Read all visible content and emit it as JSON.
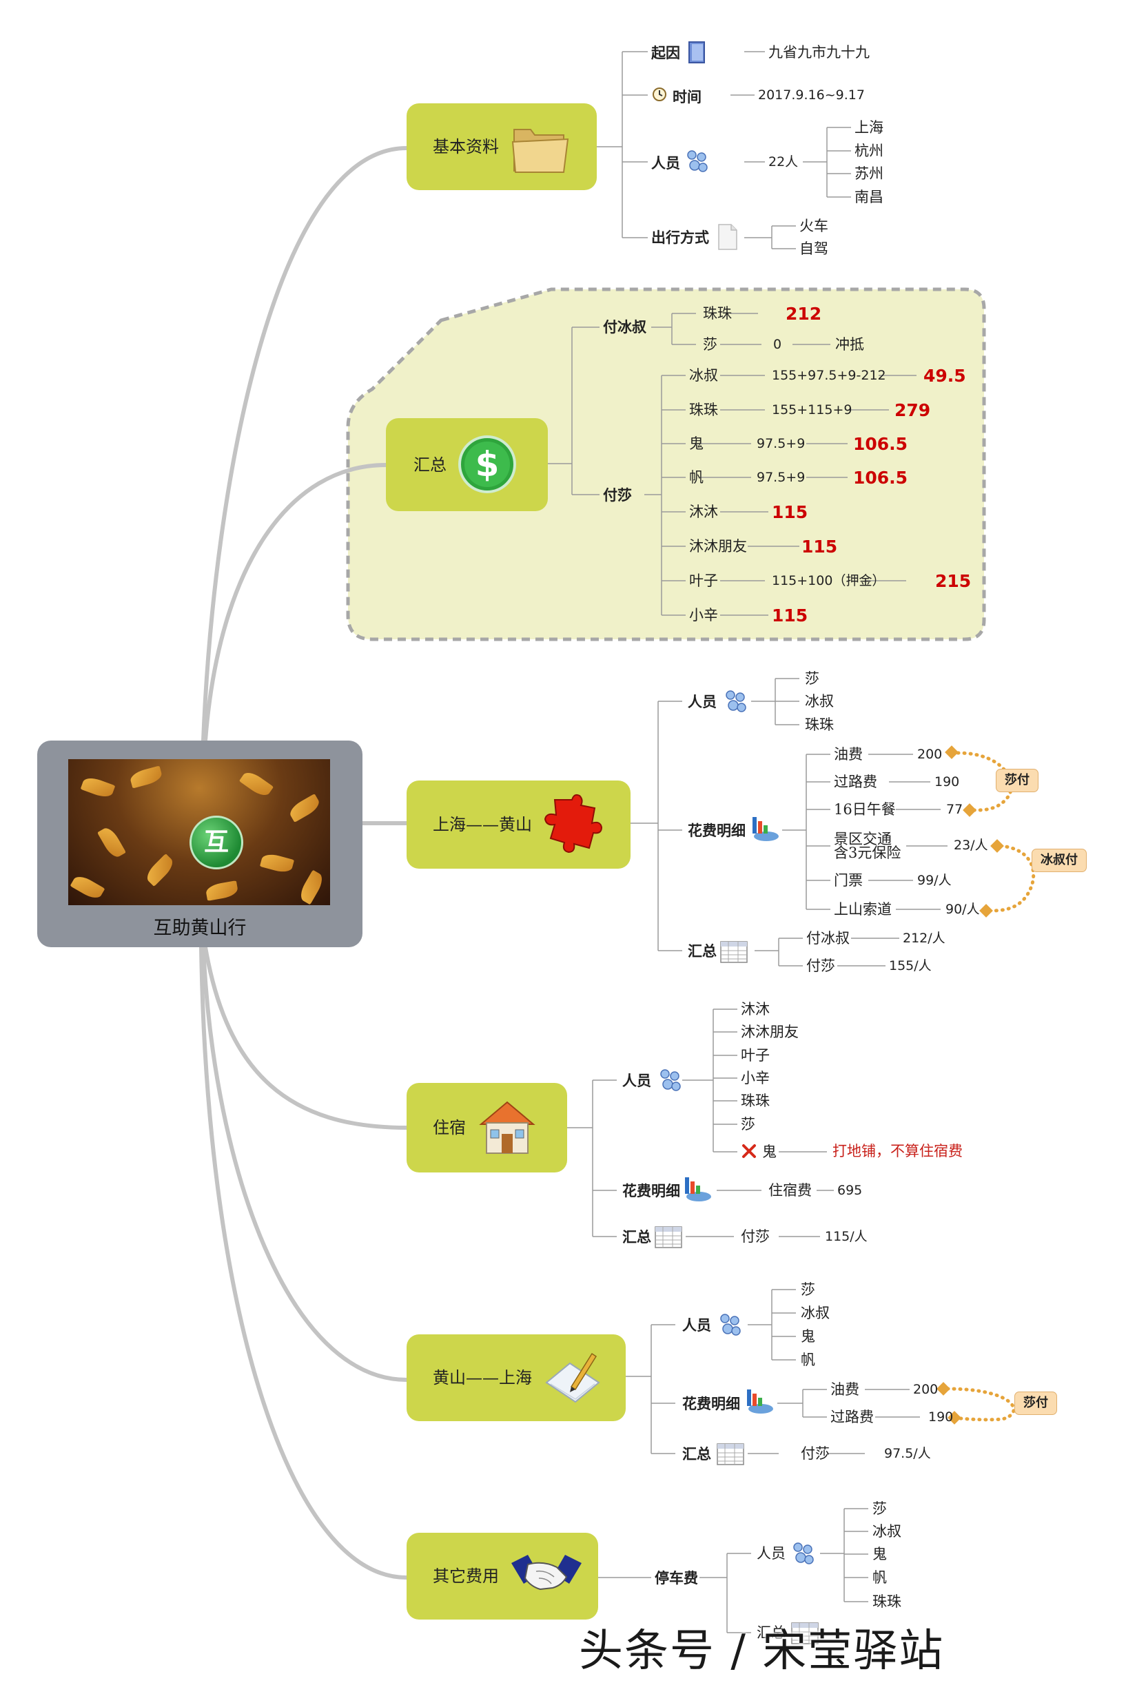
{
  "root": {
    "title": "互助黄山行",
    "badge_char": "互"
  },
  "b1": {
    "title": "基本资料",
    "cause_label": "起因",
    "cause_value": "九省九市九十九",
    "time_label": "时间",
    "time_value": "2017.9.16~9.17",
    "people_label": "人员",
    "people_value": "22人",
    "cities": [
      "上海",
      "杭州",
      "苏州",
      "南昌"
    ],
    "travel_label": "出行方式",
    "travel": [
      "火车",
      "自驾"
    ]
  },
  "b2": {
    "title": "汇总",
    "pay_uncle_label": "付冰叔",
    "zhuzhu_label": "珠珠",
    "zhuzhu_value": "212",
    "sha_label": "莎",
    "sha_value": "0",
    "sha_note": "冲抵",
    "pay_sha_label": "付莎",
    "rows": [
      {
        "name": "冰叔",
        "formula": "155+97.5+9-212",
        "total": "49.5"
      },
      {
        "name": "珠珠",
        "formula": "155+115+9",
        "total": "279"
      },
      {
        "name": "鬼",
        "formula": "97.5+9",
        "total": "106.5"
      },
      {
        "name": "帆",
        "formula": "97.5+9",
        "total": "106.5"
      },
      {
        "name": "沐沐",
        "formula": "",
        "total": "115"
      },
      {
        "name": "沐沐朋友",
        "formula": "",
        "total": "115"
      },
      {
        "name": "叶子",
        "formula": "115+100（押金）",
        "total": "215"
      },
      {
        "name": "小辛",
        "formula": "",
        "total": "115"
      }
    ]
  },
  "b3": {
    "title": "上海——黄山",
    "people_label": "人员",
    "people": [
      "莎",
      "冰叔",
      "珠珠"
    ],
    "cost_label": "花费明细",
    "costs": [
      {
        "name": "油费",
        "value": "200"
      },
      {
        "name": "过路费",
        "value": "190"
      },
      {
        "name": "16日午餐",
        "value": "77"
      },
      {
        "name": "景区交通含3元保险",
        "value": "23/人"
      },
      {
        "name": "门票",
        "value": "99/人"
      },
      {
        "name": "上山索道",
        "value": "90/人"
      }
    ],
    "cost4_line1": "景区交通",
    "cost4_line2": "含3元保险",
    "tag_sha": "莎付",
    "tag_uncle": "冰叔付",
    "sum_label": "汇总",
    "sums": [
      {
        "name": "付冰叔",
        "value": "212/人"
      },
      {
        "name": "付莎",
        "value": "155/人"
      }
    ]
  },
  "b4": {
    "title": "住宿",
    "people_label": "人员",
    "people": [
      "沐沐",
      "沐沐朋友",
      "叶子",
      "小辛",
      "珠珠",
      "莎",
      "鬼"
    ],
    "ghost_note": "打地铺，不算住宿费",
    "cost_label": "花费明细",
    "cost_name": "住宿费",
    "cost_value": "695",
    "sum_label": "汇总",
    "sum_name": "付莎",
    "sum_value": "115/人"
  },
  "b5": {
    "title": "黄山——上海",
    "people_label": "人员",
    "people": [
      "莎",
      "冰叔",
      "鬼",
      "帆"
    ],
    "cost_label": "花费明细",
    "costs": [
      {
        "name": "油费",
        "value": "200"
      },
      {
        "name": "过路费",
        "value": "190"
      }
    ],
    "tag_sha": "莎付",
    "sum_label": "汇总",
    "sum_name": "付莎",
    "sum_value": "97.5/人"
  },
  "b6": {
    "title": "其它费用",
    "parking_label": "停车费",
    "people_label": "人员",
    "people": [
      "莎",
      "冰叔",
      "鬼",
      "帆",
      "珠珠"
    ],
    "sum_label": "汇总"
  },
  "watermark": "头条号 / 宋莹驿站",
  "colors": {
    "topic": "#cdd64b",
    "root": "#8e939c",
    "accent_red": "#cc0000",
    "dashed_panel": "#f0f1c9",
    "dots": "#e6a43a"
  }
}
